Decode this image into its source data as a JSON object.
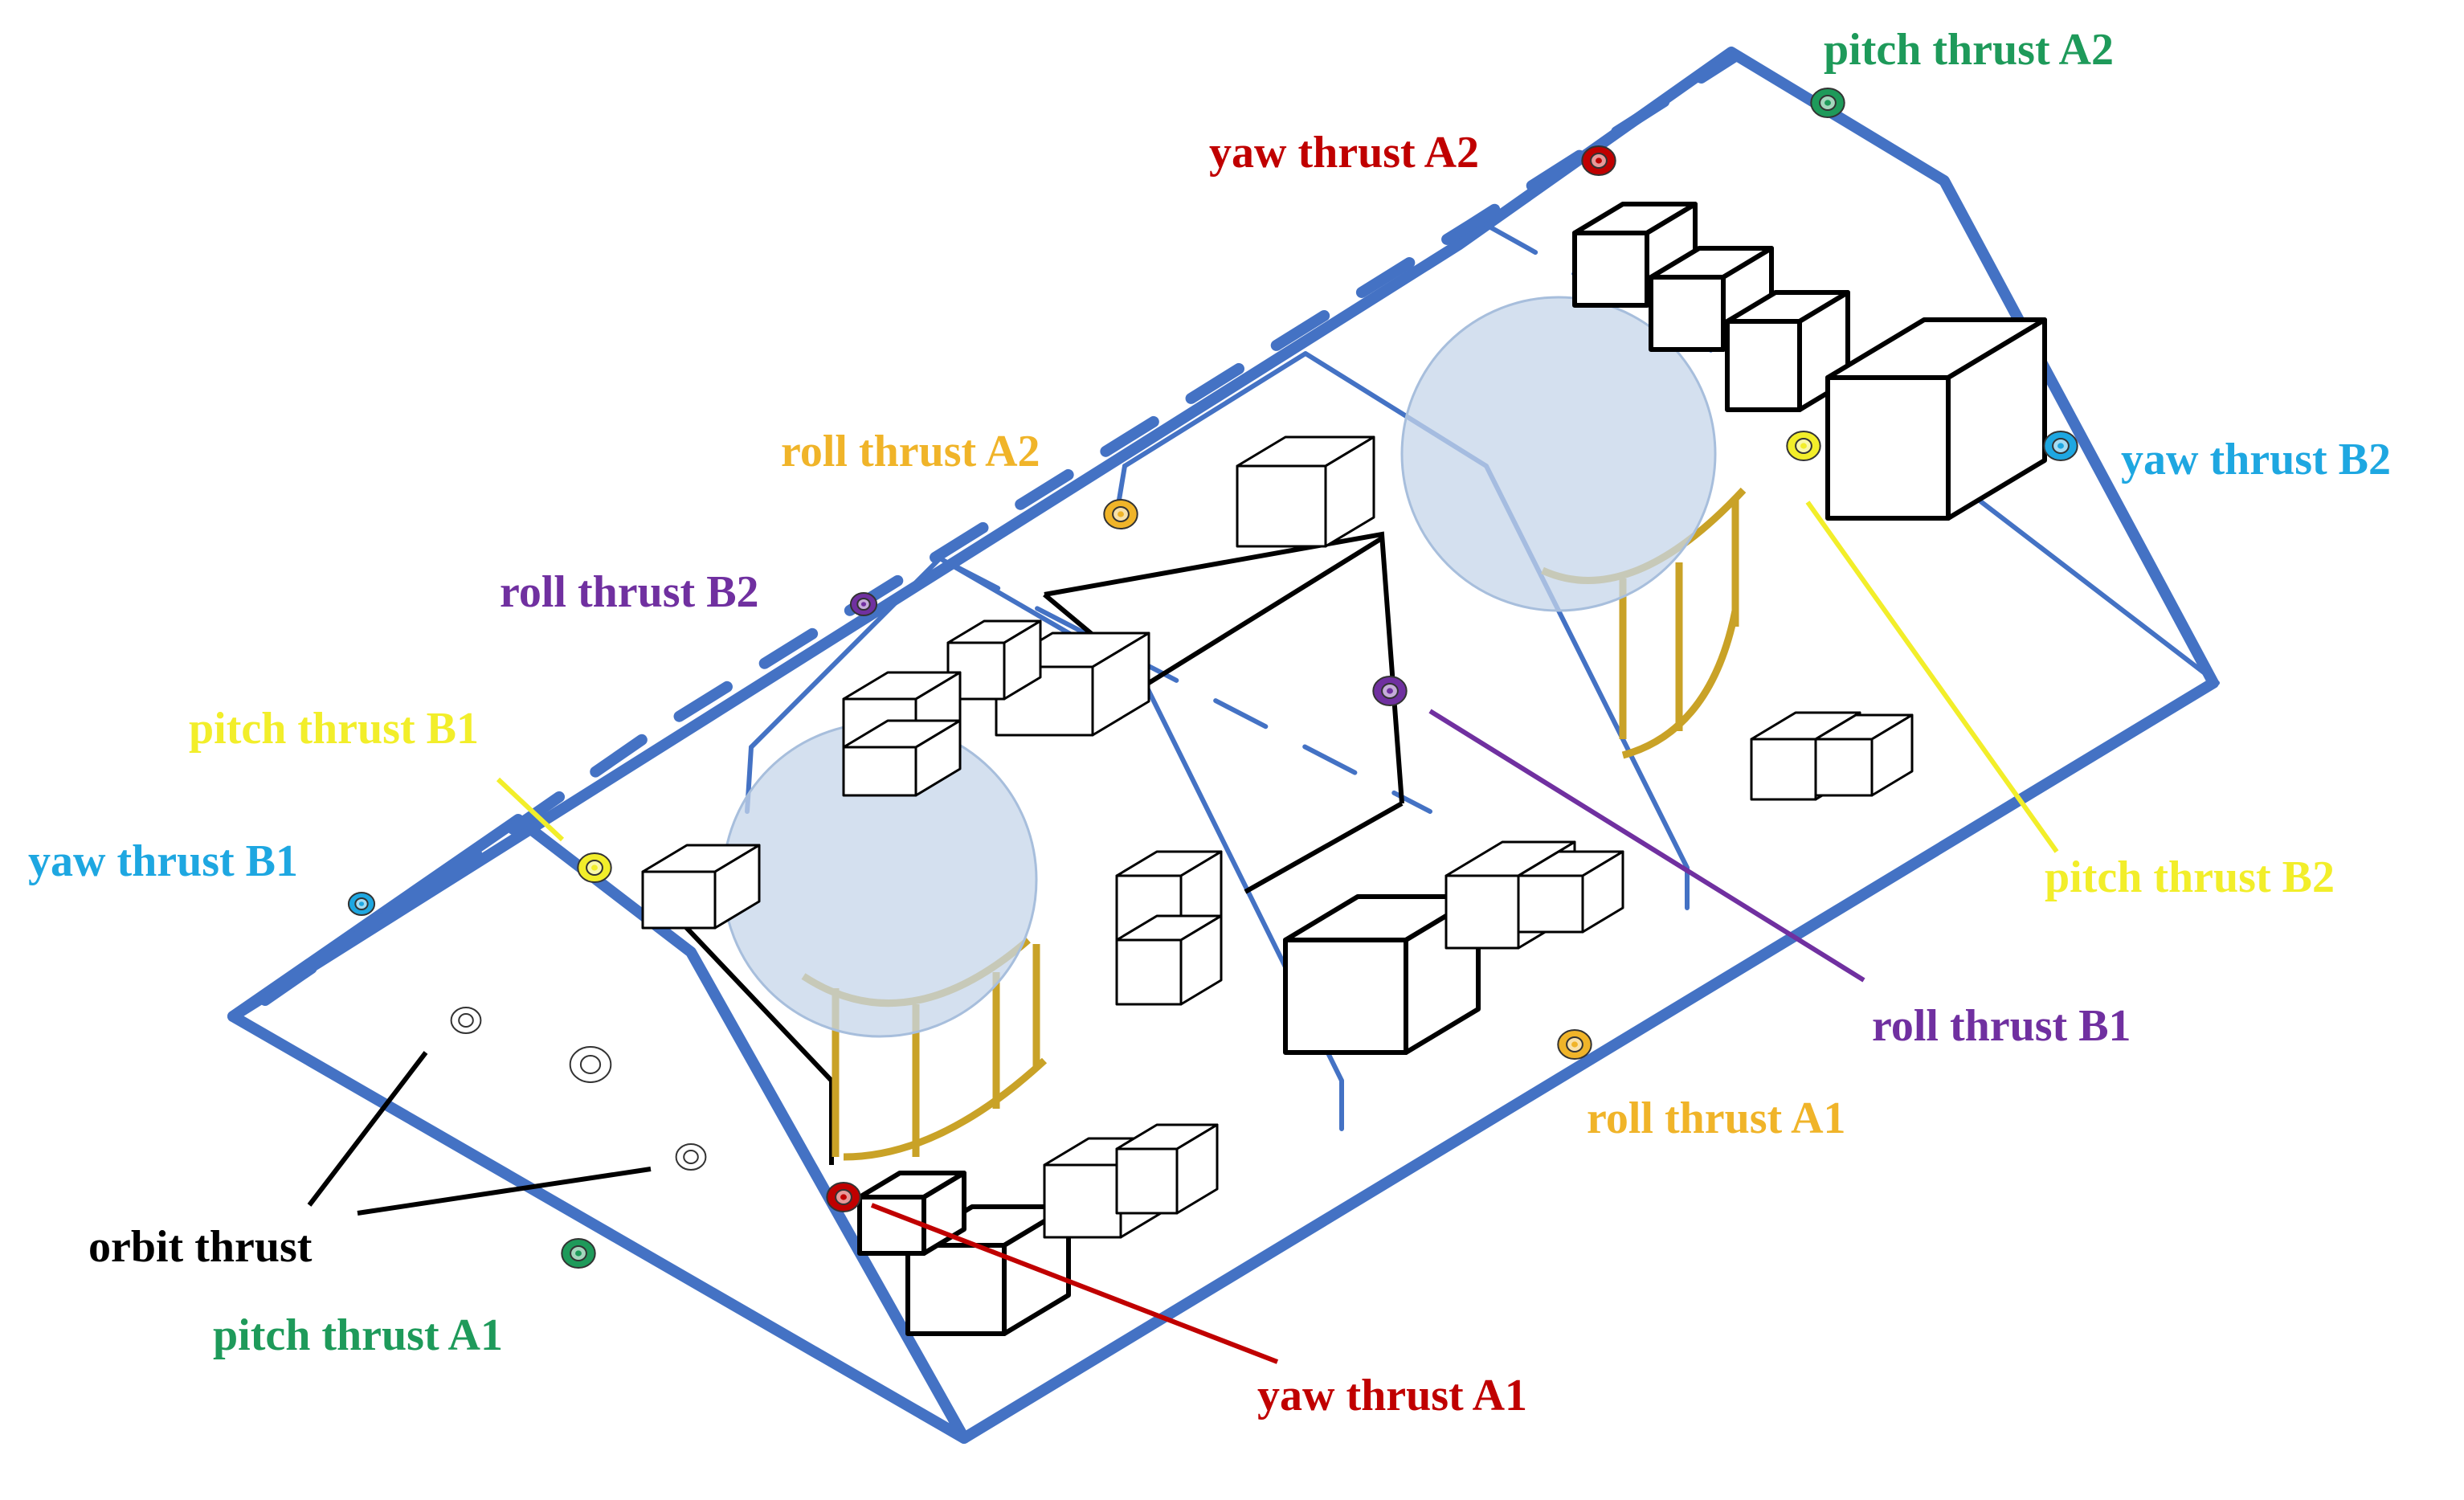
{
  "labels": {
    "pitch_thrust_a2": "pitch thrust A2",
    "yaw_thrust_a2": "yaw thrust A2",
    "yaw_thrust_b2": "yaw thrust B2",
    "roll_thrust_a2": "roll thrust A2",
    "roll_thrust_b2": "roll thrust B2",
    "pitch_thrust_b1": "pitch thrust B1",
    "yaw_thrust_b1": "yaw thrust B1",
    "pitch_thrust_b2": "pitch thrust B2",
    "roll_thrust_b1": "roll thrust B1",
    "roll_thrust_a1": "roll thrust A1",
    "orbit_thrust": "orbit thrust",
    "pitch_thrust_a1": "pitch thrust A1",
    "yaw_thrust_a1": "yaw thrust A1"
  },
  "colors": {
    "frame": "#4472c4",
    "pitch_a": "#1e9a5a",
    "yaw_a": "#c00000",
    "yaw_b": "#1ea7e1",
    "roll_a": "#f0b429",
    "roll_b": "#7030a0",
    "pitch_b": "#f2ee2a",
    "orbit": "#000000",
    "tank": "#c9a227"
  }
}
